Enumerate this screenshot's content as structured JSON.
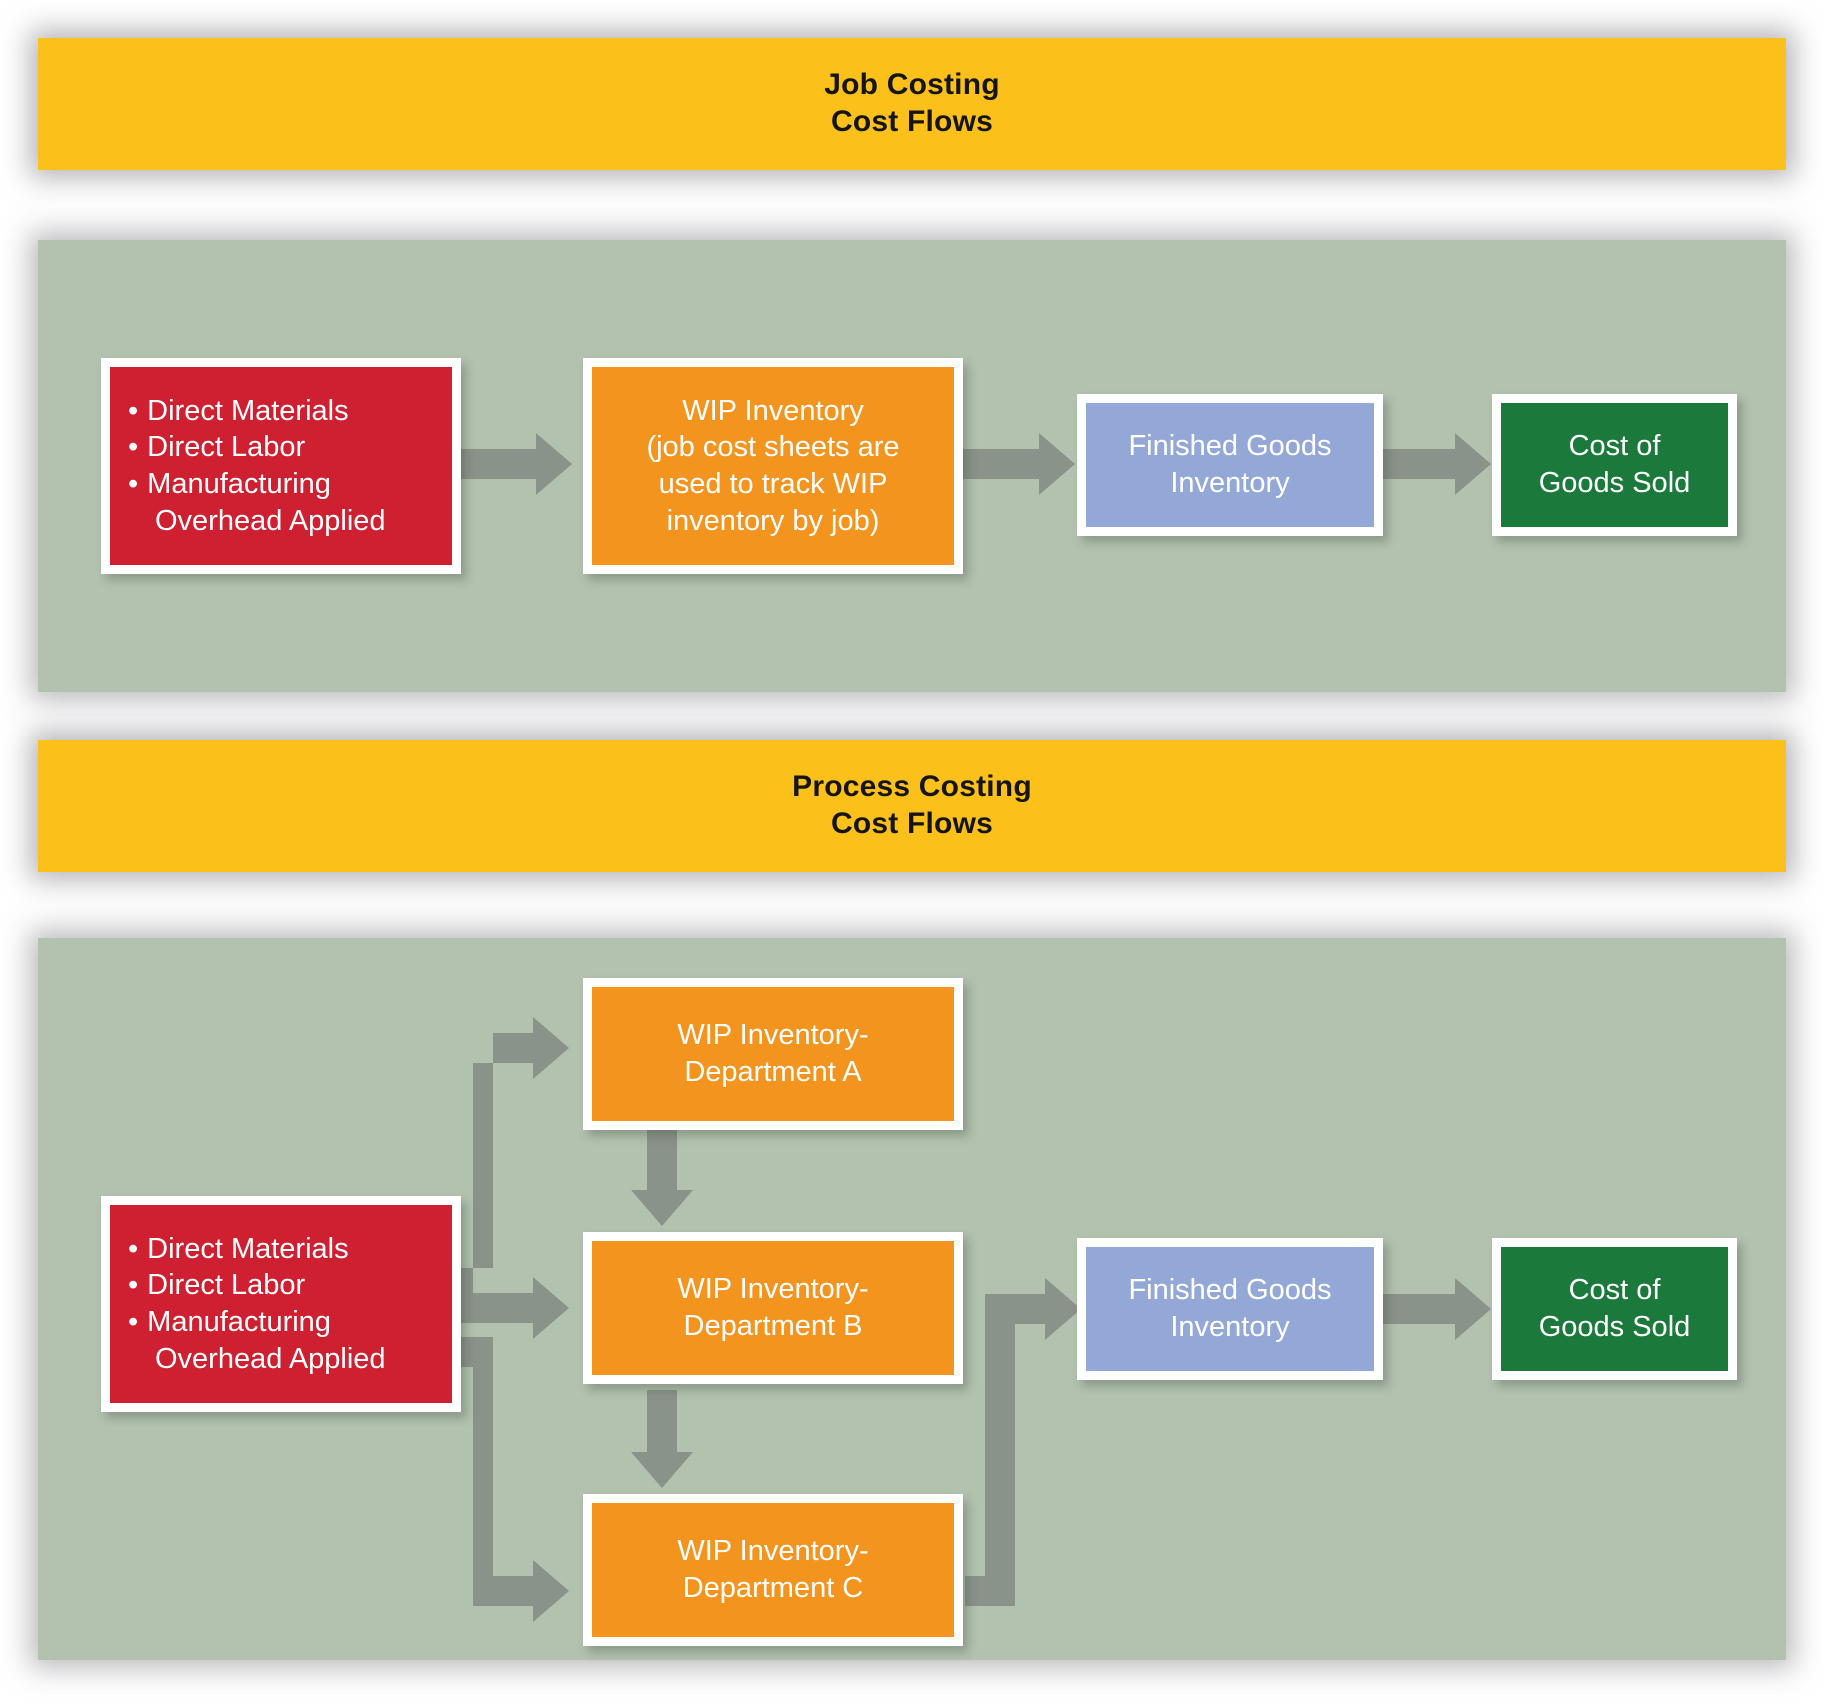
{
  "sections": [
    {
      "id": "job-costing",
      "banner": {
        "line1": "Job Costing",
        "line2": "Cost Flows"
      },
      "nodes": [
        {
          "id": "job-inputs",
          "kind": "bullet-list",
          "color": "red",
          "items": [
            "Direct Materials",
            "Direct Labor",
            "Manufacturing"
          ],
          "continuation": "Overhead Applied"
        },
        {
          "id": "job-wip",
          "kind": "text",
          "color": "orange",
          "lines": [
            "WIP Inventory",
            "(job cost sheets are",
            "used to track WIP",
            "inventory by job)"
          ]
        },
        {
          "id": "job-finished-goods",
          "kind": "text",
          "color": "blue",
          "lines": [
            "Finished Goods",
            "Inventory"
          ]
        },
        {
          "id": "job-cogs",
          "kind": "text",
          "color": "green",
          "lines": [
            "Cost of",
            "Goods Sold"
          ]
        }
      ]
    },
    {
      "id": "process-costing",
      "banner": {
        "line1": "Process Costing",
        "line2": "Cost Flows"
      },
      "nodes": [
        {
          "id": "proc-wip-a",
          "kind": "text",
          "color": "orange",
          "lines": [
            "WIP Inventory-",
            "Department A"
          ]
        },
        {
          "id": "proc-inputs",
          "kind": "bullet-list",
          "color": "red",
          "items": [
            "Direct Materials",
            "Direct Labor",
            "Manufacturing"
          ],
          "continuation": "Overhead Applied"
        },
        {
          "id": "proc-wip-b",
          "kind": "text",
          "color": "orange",
          "lines": [
            "WIP Inventory-",
            "Department B"
          ]
        },
        {
          "id": "proc-wip-c",
          "kind": "text",
          "color": "orange",
          "lines": [
            "WIP Inventory-",
            "Department C"
          ]
        },
        {
          "id": "proc-finished-goods",
          "kind": "text",
          "color": "blue",
          "lines": [
            "Finished Goods",
            "Inventory"
          ]
        },
        {
          "id": "proc-cogs",
          "kind": "text",
          "color": "green",
          "lines": [
            "Cost of",
            "Goods Sold"
          ]
        }
      ]
    }
  ],
  "bullet_glyph": "•",
  "colors": {
    "banner": "#FBC01A",
    "panel": "#B2C2AE",
    "inputs_red": "#CE2031",
    "wip_orange": "#F2941E",
    "finished_blue": "#94A8D8",
    "cogs_green": "#1B7A3B",
    "arrow_gray": "#8A938A",
    "box_border": "#FFFFFF",
    "banner_text": "#151515",
    "node_text": "#FFFFFF"
  }
}
